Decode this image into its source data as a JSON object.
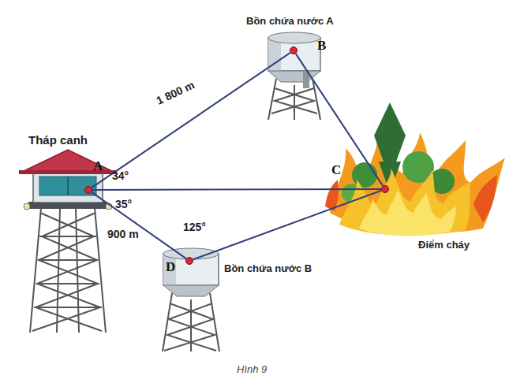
{
  "diagram": {
    "caption": "Hình 9",
    "nodes": [
      {
        "text": [
          "A"
        ]
      },
      {
        "text": [
          "B"
        ]
      },
      {
        "text": [
          "C"
        ]
      },
      {
        "text": [
          "D"
        ]
      }
    ],
    "edges": [
      {
        "from": 0,
        "to": 1,
        "label": "1 800 m",
        "arrow": "none"
      },
      {
        "from": 0,
        "to": 2,
        "arrow": "none"
      },
      {
        "from": 0,
        "to": 3,
        "label": "900 m",
        "arrow": "none"
      },
      {
        "from": 1,
        "to": 2,
        "arrow": "none"
      },
      {
        "from": 3,
        "to": 2,
        "arrow": "none"
      }
    ],
    "labels": [
      "Bồn chứa nước A",
      "Tháp canh",
      "34°",
      "35°",
      "125°",
      "Bồn chứa nước B",
      "Điểm cháy"
    ]
  }
}
